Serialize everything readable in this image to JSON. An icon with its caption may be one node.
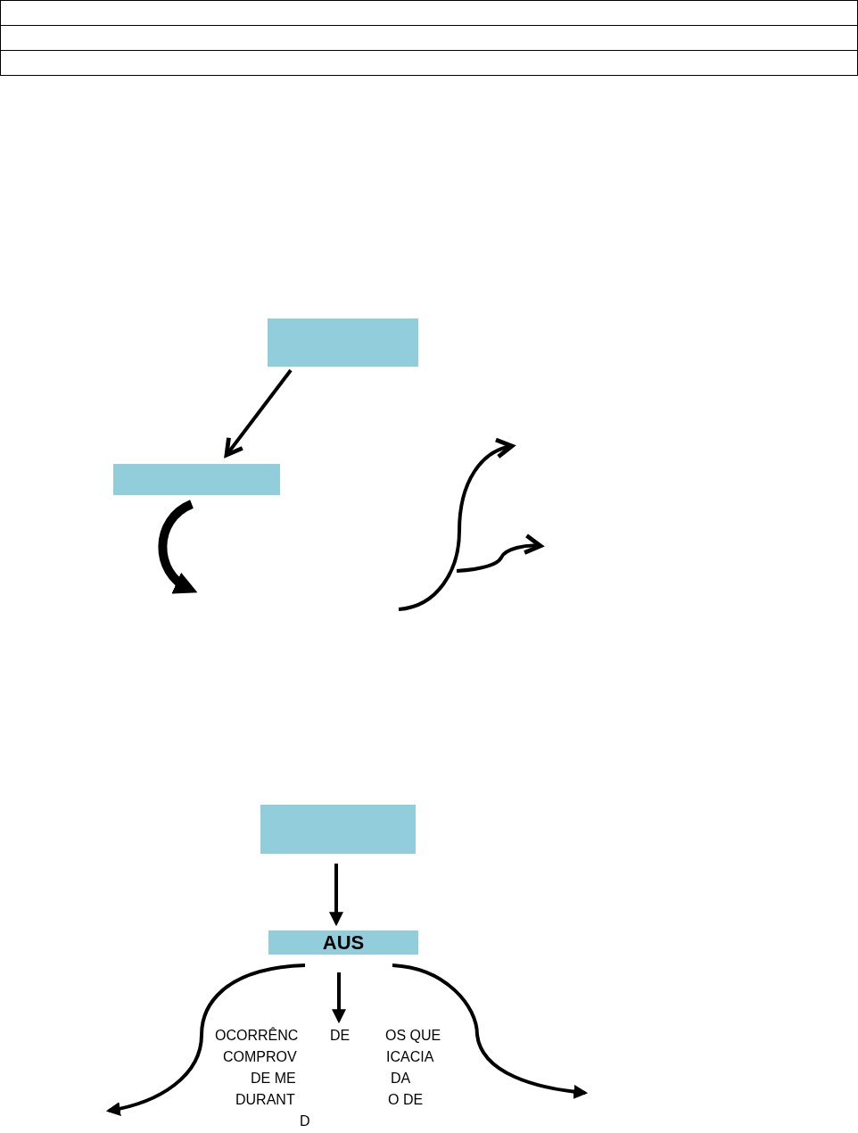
{
  "diagram": {
    "nodes": [
      {
        "text": [],
        "shape": "box"
      },
      {
        "text": [],
        "shape": "box"
      },
      {
        "text": [],
        "shape": "box"
      },
      {
        "text": [
          "AUS"
        ]
      },
      {
        "text": [
          "DE"
        ]
      }
    ],
    "edges": [
      {
        "from": 0,
        "to": 1,
        "arrow": "to"
      },
      {
        "from": 1,
        "to": null,
        "arrow": "to",
        "style": "thick"
      },
      {
        "from": 2,
        "to": 3,
        "arrow": "to"
      },
      {
        "from": 3,
        "to": 4,
        "arrow": "to"
      },
      {
        "from": 3,
        "to": null,
        "arrow": "to"
      },
      {
        "from": 3,
        "to": null,
        "arrow": "to"
      }
    ],
    "labels": [
      "OCORRÊNC",
      "OS QUE",
      "COMPROV",
      "ICACIA",
      "DE ME",
      "DA",
      "DURANT",
      "O DE",
      "D"
    ]
  }
}
